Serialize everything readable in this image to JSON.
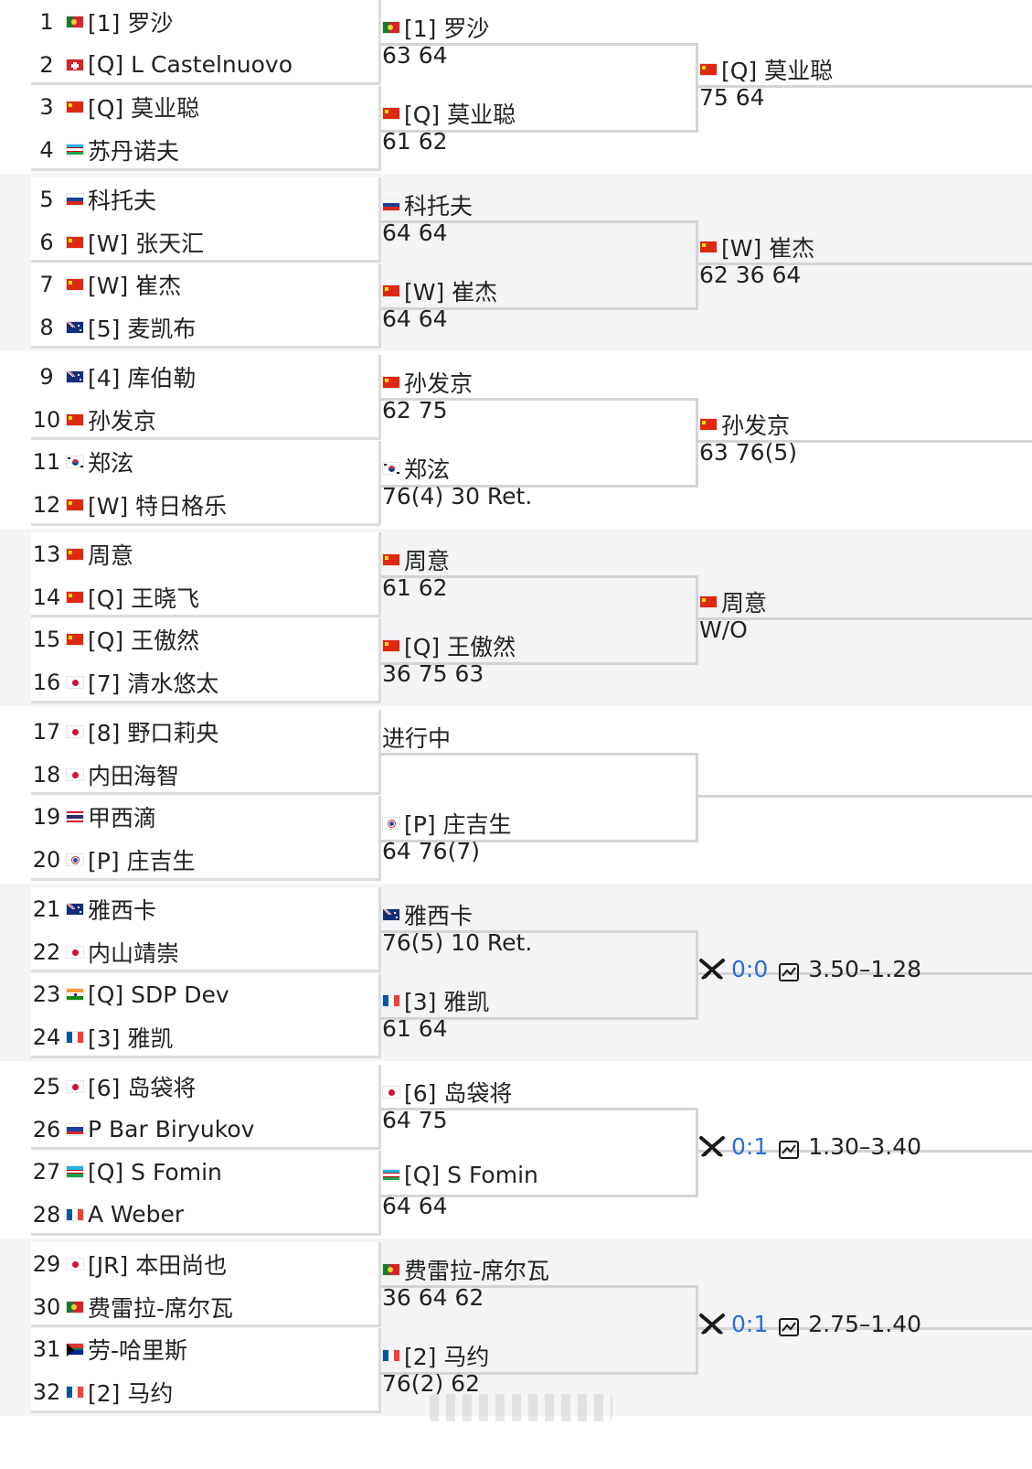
{
  "colors": {
    "h2h_blue": "#2a6fd6",
    "border": "#d4d4d4",
    "shade": "#f4f4f6"
  },
  "round1": [
    {
      "num": "1",
      "flag": "portugal",
      "name": "[1] 罗沙"
    },
    {
      "num": "2",
      "flag": "switzerland",
      "name": "[Q] L Castelnuovo"
    },
    {
      "num": "3",
      "flag": "china",
      "name": "[Q] 莫业聪"
    },
    {
      "num": "4",
      "flag": "uzbekistan",
      "name": "苏丹诺夫"
    },
    {
      "num": "5",
      "flag": "russia",
      "name": "科托夫"
    },
    {
      "num": "6",
      "flag": "china",
      "name": "[W] 张天汇"
    },
    {
      "num": "7",
      "flag": "china",
      "name": "[W] 崔杰"
    },
    {
      "num": "8",
      "flag": "australia",
      "name": "[5] 麦凯布"
    },
    {
      "num": "9",
      "flag": "australia",
      "name": "[4] 库伯勒"
    },
    {
      "num": "10",
      "flag": "china",
      "name": "孙发京"
    },
    {
      "num": "11",
      "flag": "korea",
      "name": "郑泫"
    },
    {
      "num": "12",
      "flag": "china",
      "name": "[W] 特日格乐"
    },
    {
      "num": "13",
      "flag": "china",
      "name": "周意"
    },
    {
      "num": "14",
      "flag": "china",
      "name": "[Q] 王晓飞"
    },
    {
      "num": "15",
      "flag": "china",
      "name": "[Q] 王傲然"
    },
    {
      "num": "16",
      "flag": "japan",
      "name": "[7] 清水悠太"
    },
    {
      "num": "17",
      "flag": "japan",
      "name": "[8] 野口莉央"
    },
    {
      "num": "18",
      "flag": "japan",
      "name": "内田海智"
    },
    {
      "num": "19",
      "flag": "thailand",
      "name": "甲西滴"
    },
    {
      "num": "20",
      "flag": "chinese-taipei",
      "name": "[P] 庄吉生"
    },
    {
      "num": "21",
      "flag": "australia",
      "name": "雅西卡"
    },
    {
      "num": "22",
      "flag": "japan",
      "name": "内山靖崇"
    },
    {
      "num": "23",
      "flag": "india",
      "name": "[Q] SDP Dev"
    },
    {
      "num": "24",
      "flag": "france",
      "name": "[3] 雅凯"
    },
    {
      "num": "25",
      "flag": "japan",
      "name": "[6] 岛袋将"
    },
    {
      "num": "26",
      "flag": "russia",
      "name": "P Bar Biryukov"
    },
    {
      "num": "27",
      "flag": "uzbekistan",
      "name": "[Q] S Fomin"
    },
    {
      "num": "28",
      "flag": "france",
      "name": "A Weber"
    },
    {
      "num": "29",
      "flag": "japan",
      "name": "[JR] 本田尚也"
    },
    {
      "num": "30",
      "flag": "portugal",
      "name": "费雷拉-席尔瓦"
    },
    {
      "num": "31",
      "flag": "south-africa",
      "name": "劳-哈里斯"
    },
    {
      "num": "32",
      "flag": "france",
      "name": "[2] 马约"
    }
  ],
  "round2": [
    {
      "flag": "portugal",
      "name": "[1] 罗沙",
      "score": "63 64"
    },
    {
      "flag": "china",
      "name": "[Q] 莫业聪",
      "score": "61 62"
    },
    {
      "flag": "russia",
      "name": "科托夫",
      "score": "64 64"
    },
    {
      "flag": "china",
      "name": "[W] 崔杰",
      "score": "64 64"
    },
    {
      "flag": "china",
      "name": "孙发京",
      "score": "62 75"
    },
    {
      "flag": "korea",
      "name": "郑泫",
      "score": "76(4) 30 Ret."
    },
    {
      "flag": "china",
      "name": "周意",
      "score": "61 62"
    },
    {
      "flag": "china",
      "name": "[Q] 王傲然",
      "score": "36 75 63"
    },
    {
      "flag": "",
      "name": "",
      "score": "",
      "status": "进行中"
    },
    {
      "flag": "chinese-taipei",
      "name": "[P] 庄吉生",
      "score": "64 76(7)"
    },
    {
      "flag": "australia",
      "name": "雅西卡",
      "score": "76(5) 10 Ret."
    },
    {
      "flag": "france",
      "name": "[3] 雅凯",
      "score": "61 64"
    },
    {
      "flag": "japan",
      "name": "[6] 岛袋将",
      "score": "64 75"
    },
    {
      "flag": "uzbekistan",
      "name": "[Q] S Fomin",
      "score": "64 64"
    },
    {
      "flag": "portugal",
      "name": "费雷拉-席尔瓦",
      "score": "36 64 62"
    },
    {
      "flag": "france",
      "name": "[2] 马约",
      "score": "76(2) 62"
    }
  ],
  "round3": [
    {
      "type": "result",
      "flag": "china",
      "name": "[Q] 莫业聪",
      "score": "75 64"
    },
    {
      "type": "result",
      "flag": "china",
      "name": "[W] 崔杰",
      "score": "62 36 64"
    },
    {
      "type": "result",
      "flag": "china",
      "name": "孙发京",
      "score": "63 76(5)"
    },
    {
      "type": "result",
      "flag": "china",
      "name": "周意",
      "score": "W/O"
    },
    {
      "type": "empty"
    },
    {
      "type": "live",
      "h2h": "0:0",
      "odds": "3.50–1.28",
      "icons": [
        "crossed-swords-icon",
        "chart-icon"
      ]
    },
    {
      "type": "live",
      "h2h": "0:1",
      "odds": "1.30–3.40",
      "icons": [
        "crossed-swords-icon",
        "chart-icon"
      ]
    },
    {
      "type": "live",
      "h2h": "0:1",
      "odds": "2.75–1.40",
      "icons": [
        "crossed-swords-icon",
        "chart-icon"
      ]
    }
  ]
}
